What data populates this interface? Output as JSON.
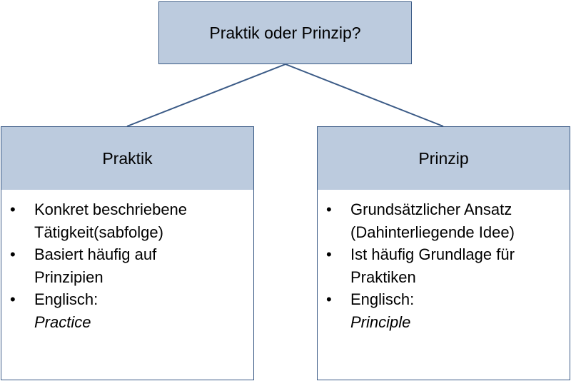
{
  "root": {
    "title": "Praktik oder Prinzip?"
  },
  "left": {
    "title": "Praktik",
    "items": [
      {
        "line1": "Konkret beschriebene",
        "line2": "Tätigkeit(sabfolge)"
      },
      {
        "line1": "Basiert häufig auf",
        "line2": "Prinzipien"
      },
      {
        "line1": "Englisch:",
        "line2": "Practice"
      }
    ]
  },
  "right": {
    "title": "Prinzip",
    "items": [
      {
        "line1": "Grundsätzlicher Ansatz",
        "line2": "(Dahinterliegende Idee)"
      },
      {
        "line1": "Ist häufig Grundlage für",
        "line2": "Praktiken"
      },
      {
        "line1": "Englisch:",
        "line2": "Principle"
      }
    ]
  },
  "colors": {
    "header_fill": "#bccbde",
    "border": "#3a5a86"
  }
}
